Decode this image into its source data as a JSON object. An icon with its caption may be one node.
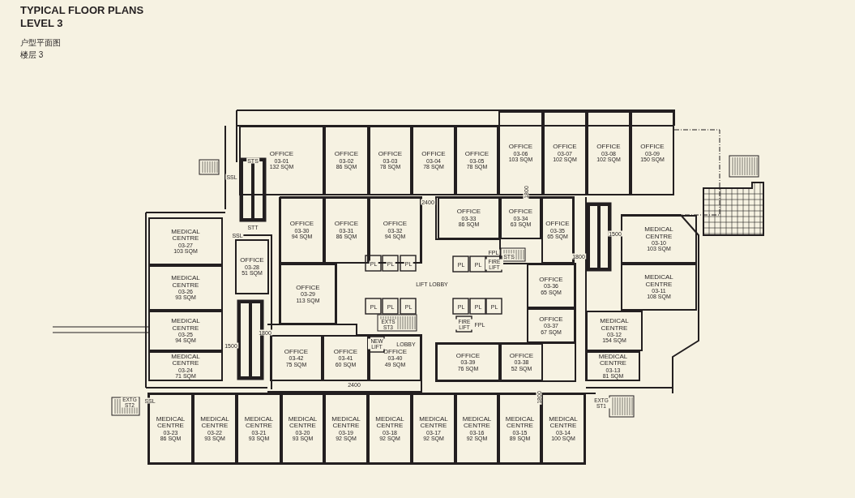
{
  "diagram": {
    "title": "TYPICAL FLOOR PLANS",
    "nodes": [
      {
        "text": [
          "OFFICE",
          "03-01",
          "132 SQM"
        ]
      },
      {
        "text": [
          "OFFICE",
          "03-02",
          "86 SQM"
        ]
      },
      {
        "text": [
          "OFFICE",
          "03-03",
          "78 SQM"
        ]
      },
      {
        "text": [
          "OFFICE",
          "03-04",
          "78 SQM"
        ]
      },
      {
        "text": [
          "OFFICE",
          "03-05",
          "78 SQM"
        ]
      },
      {
        "text": [
          "OFFICE",
          "03-06",
          "103 SQM"
        ]
      },
      {
        "text": [
          "OFFICE",
          "03-07",
          "102 SQM"
        ]
      },
      {
        "text": [
          "OFFICE",
          "03-08",
          "102 SQM"
        ]
      },
      {
        "text": [
          "OFFICE",
          "03-09",
          "150 SQM"
        ]
      },
      {
        "text": [
          "OFFICE",
          "03-30",
          "94 SQM"
        ]
      },
      {
        "text": [
          "OFFICE",
          "03-31",
          "86 SQM"
        ]
      },
      {
        "text": [
          "OFFICE",
          "03-32",
          "94 SQM"
        ]
      },
      {
        "text": [
          "OFFICE",
          "03-33",
          "86 SQM"
        ]
      },
      {
        "text": [
          "OFFICE",
          "03-34",
          "63 SQM"
        ]
      },
      {
        "text": [
          "OFFICE",
          "03-35",
          "65 SQM"
        ]
      },
      {
        "text": [
          "MEDICAL CENTRE",
          "03-10",
          "103 SQM"
        ]
      },
      {
        "text": [
          "MEDICAL CENTRE",
          "03-27",
          "103 SQM"
        ]
      },
      {
        "text": [
          "OFFICE",
          "03-28",
          "51 SQM"
        ]
      },
      {
        "text": [
          "OFFICE",
          "03-29",
          "113 SQM"
        ]
      },
      {
        "text": [
          "OFFICE",
          "03-36",
          "65 SQM"
        ]
      },
      {
        "text": [
          "MEDICAL CENTRE",
          "03-11",
          "108 SQM"
        ]
      },
      {
        "text": [
          "MEDICAL CENTRE",
          "03-26",
          "93 SQM"
        ]
      },
      {
        "text": [
          "OFFICE",
          "03-37",
          "67 SQM"
        ]
      },
      {
        "text": [
          "MEDICAL CENTRE",
          "03-12",
          "154 SQM"
        ]
      },
      {
        "text": [
          "MEDICAL CENTRE",
          "03-25",
          "94 SQM"
        ]
      },
      {
        "text": [
          "OFFICE",
          "03-42",
          "75 SQM"
        ]
      },
      {
        "text": [
          "OFFICE",
          "03-41",
          "60 SQM"
        ]
      },
      {
        "text": [
          "OFFICE",
          "03-40",
          "49 SQM"
        ]
      },
      {
        "text": [
          "OFFICE",
          "03-39",
          "76 SQM"
        ]
      },
      {
        "text": [
          "OFFICE",
          "03-38",
          "52 SQM"
        ]
      },
      {
        "text": [
          "MEDICAL CENTRE",
          "03-24",
          "71 SQM"
        ]
      },
      {
        "text": [
          "MEDICAL CENTRE",
          "03-13",
          "81 SQM"
        ]
      },
      {
        "text": [
          "MEDICAL CENTRE",
          "03-23",
          "86 SQM"
        ]
      },
      {
        "text": [
          "MEDICAL CENTRE",
          "03-22",
          "93 SQM"
        ]
      },
      {
        "text": [
          "MEDICAL CENTRE",
          "03-21",
          "93 SQM"
        ]
      },
      {
        "text": [
          "MEDICAL CENTRE",
          "03-20",
          "93 SQM"
        ]
      },
      {
        "text": [
          "MEDICAL CENTRE",
          "03-19",
          "92 SQM"
        ]
      },
      {
        "text": [
          "MEDICAL CENTRE",
          "03-18",
          "92 SQM"
        ]
      },
      {
        "text": [
          "MEDICAL CENTRE",
          "03-17",
          "92 SQM"
        ]
      },
      {
        "text": [
          "MEDICAL CENTRE",
          "03-16",
          "92 SQM"
        ]
      },
      {
        "text": [
          "MEDICAL CENTRE",
          "03-15",
          "89 SQM"
        ]
      },
      {
        "text": [
          "MEDICAL CENTRE",
          "03-14",
          "100 SQM"
        ]
      }
    ],
    "labels": [
      "LEVEL 3",
      "户型平面图",
      "楼层 3",
      "STS",
      "SSL",
      "STT",
      "SSL",
      "2400",
      "1800",
      "FPL",
      "STS",
      "1500",
      "1800",
      "PL",
      "PL",
      "PL",
      "PL",
      "PL",
      "FIRE LIFT",
      "LIFT LOBBY",
      "PL",
      "PL",
      "PL",
      "PL",
      "PL",
      "PL",
      "EXTS ST3",
      "FPL",
      "1800",
      "1500",
      "NEW LIFT",
      "LOBBY",
      "FIRE LIFT",
      "2400",
      "1800",
      "EXTG ST2",
      "SSL",
      "EXTG ST1"
    ]
  }
}
